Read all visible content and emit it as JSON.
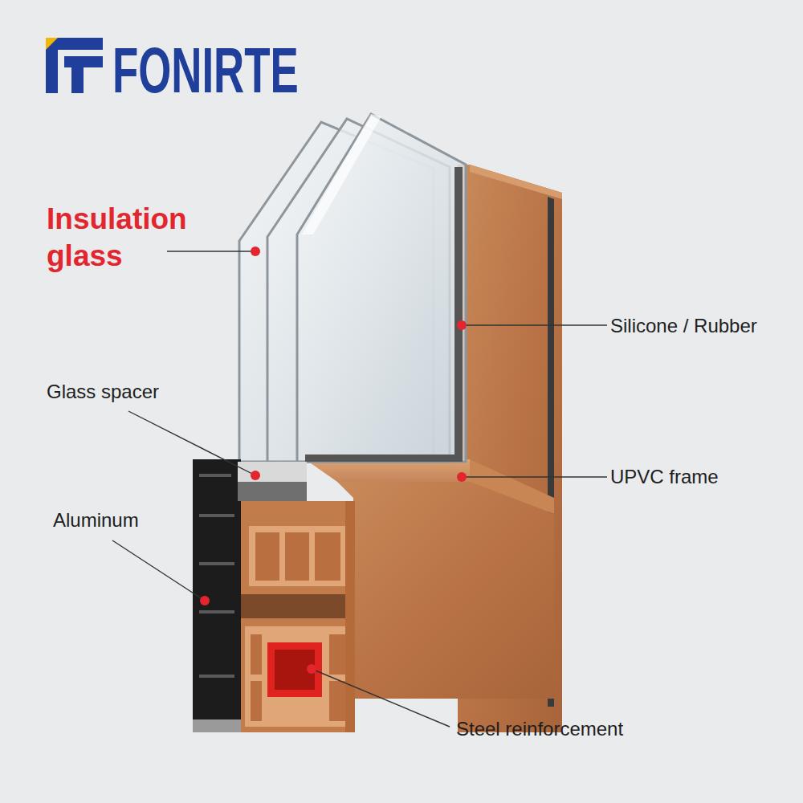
{
  "diagram": {
    "labels": [
      "FONIRTE",
      "Insulation glass",
      "Silicone / Rubber",
      "Glass spacer",
      "UPVC frame",
      "Aluminum",
      "Steel reinforcement"
    ]
  }
}
